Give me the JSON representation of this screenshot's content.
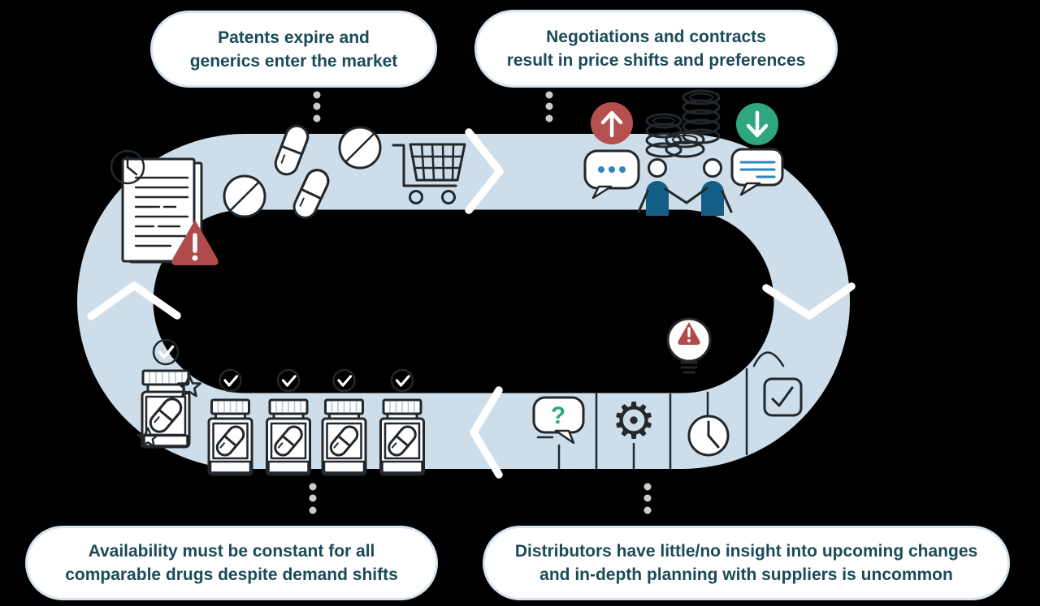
{
  "diagram_type": "circular-cycle-infographic",
  "stages": [
    {
      "id": "patents-expire",
      "position": "top-left",
      "callout": {
        "line1": "Patents expire and",
        "line2": "generics enter the market"
      },
      "icons": [
        "clock-icon",
        "document-icon",
        "alert-triangle-icon",
        "capsule-blue-icon",
        "tablet-icon",
        "capsule-green-icon",
        "shopping-cart-icon"
      ]
    },
    {
      "id": "negotiations-contracts",
      "position": "top-right",
      "callout": {
        "line1": "Negotiations and contracts",
        "line2": "result in price shifts and preferences"
      },
      "icons": [
        "price-up-icon",
        "coins-icon",
        "price-down-icon",
        "speech-dots-icon",
        "handshake-people-icon",
        "speech-lines-icon"
      ]
    },
    {
      "id": "distributor-blindspot",
      "position": "bottom-right",
      "callout": {
        "line1": "Distributors have little/no insight into upcoming changes",
        "line2": "and in-depth planning with suppliers is uncommon"
      },
      "icons": [
        "question-bubble-icon",
        "gear-icon",
        "clock-icon",
        "idea-alert-bulb-icon",
        "check-square-icon"
      ]
    },
    {
      "id": "availability-constant",
      "position": "bottom-left",
      "callout": {
        "line1": "Availability must be constant for all",
        "line2": "comparable drugs despite demand shifts"
      },
      "icons": [
        "check-circle-icon",
        "branded-pill-bottle-icon",
        "generic-pill-bottle-icon",
        "star-icon"
      ]
    }
  ],
  "glyphs": {
    "question_mark": "?",
    "gear": "⚙"
  },
  "flow_direction": "clockwise",
  "colors": {
    "background": "#000000",
    "ring": "#cdddea",
    "white": "#ffffff",
    "outline": "#22272b",
    "callout_border": "#d6e3ee",
    "callout_text": "#1b4a59",
    "green": "#2fa77e",
    "mint": "#b9dcd1",
    "blue_capsule": "#2f7fb5",
    "body_blue": "#135e86",
    "accent_blue": "#2e86c1",
    "red": "#b04b4b",
    "red_circle": "#b5504e",
    "gold": "#f5c95e",
    "star_gold": "#f6c563",
    "bottle_band": "#ccdbe9",
    "dot_gray": "#c9cccf"
  }
}
